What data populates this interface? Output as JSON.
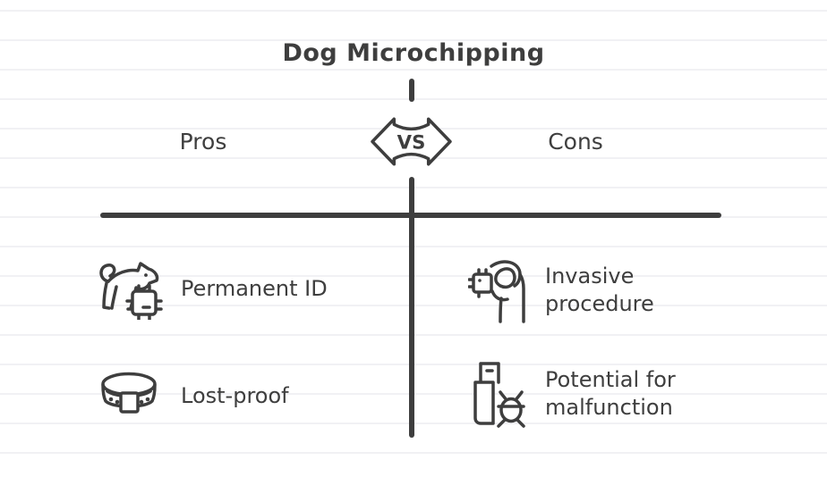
{
  "title": "Dog Microchipping",
  "vs_badge": {
    "label": "VS"
  },
  "ink_color": "#3e3e3e",
  "ruled_line_color": "#f1f1f4",
  "columns": {
    "left": {
      "header": "Pros",
      "items": [
        {
          "icon": "dog-with-microchip-icon",
          "label": "Permanent ID"
        },
        {
          "icon": "dog-collar-icon",
          "label": "Lost-proof"
        }
      ]
    },
    "right": {
      "header": "Cons",
      "items": [
        {
          "icon": "hand-holding-chip-icon",
          "label": "Invasive procedure"
        },
        {
          "icon": "implant-bug-icon",
          "label": "Potential for malfunction"
        }
      ]
    }
  }
}
